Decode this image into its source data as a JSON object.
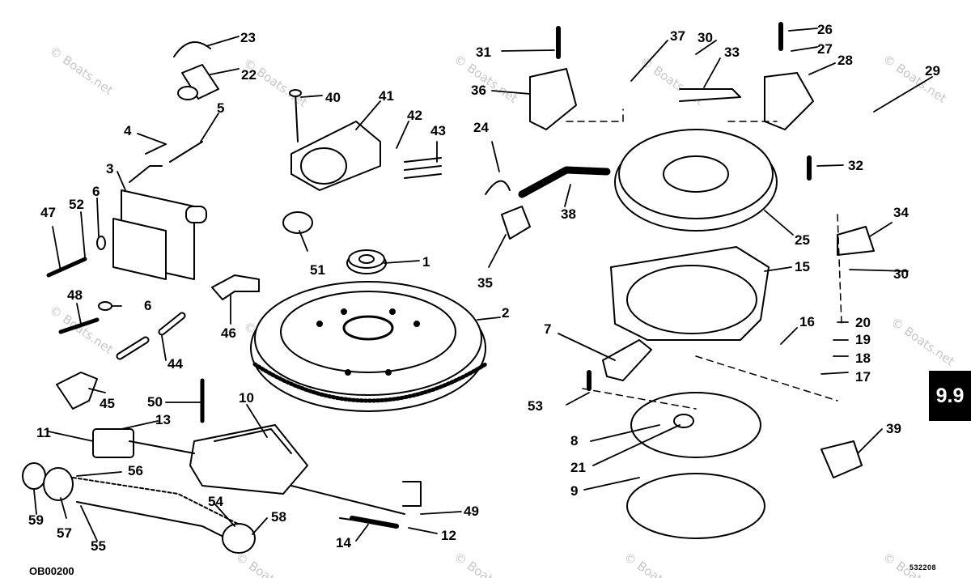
{
  "section_tab": "9.9",
  "drawing_code_left": "OB00200",
  "drawing_code_right": "532208",
  "watermark": "© Boats.net",
  "parts": [
    {
      "id": "p1",
      "label": "1"
    },
    {
      "id": "p2",
      "label": "2"
    },
    {
      "id": "p3",
      "label": "3"
    },
    {
      "id": "p4",
      "label": "4"
    },
    {
      "id": "p5",
      "label": "5"
    },
    {
      "id": "p6a",
      "label": "6"
    },
    {
      "id": "p6b",
      "label": "6"
    },
    {
      "id": "p7",
      "label": "7"
    },
    {
      "id": "p8",
      "label": "8"
    },
    {
      "id": "p9",
      "label": "9"
    },
    {
      "id": "p10",
      "label": "10"
    },
    {
      "id": "p11",
      "label": "11"
    },
    {
      "id": "p12",
      "label": "12"
    },
    {
      "id": "p13",
      "label": "13"
    },
    {
      "id": "p14",
      "label": "14"
    },
    {
      "id": "p15",
      "label": "15"
    },
    {
      "id": "p16",
      "label": "16"
    },
    {
      "id": "p17",
      "label": "17"
    },
    {
      "id": "p18",
      "label": "18"
    },
    {
      "id": "p19",
      "label": "19"
    },
    {
      "id": "p20",
      "label": "20"
    },
    {
      "id": "p21",
      "label": "21"
    },
    {
      "id": "p22",
      "label": "22"
    },
    {
      "id": "p23",
      "label": "23"
    },
    {
      "id": "p24",
      "label": "24"
    },
    {
      "id": "p25",
      "label": "25"
    },
    {
      "id": "p26",
      "label": "26"
    },
    {
      "id": "p27",
      "label": "27"
    },
    {
      "id": "p28",
      "label": "28"
    },
    {
      "id": "p29",
      "label": "29"
    },
    {
      "id": "p30a",
      "label": "30"
    },
    {
      "id": "p30b",
      "label": "30"
    },
    {
      "id": "p31",
      "label": "31"
    },
    {
      "id": "p32",
      "label": "32"
    },
    {
      "id": "p33",
      "label": "33"
    },
    {
      "id": "p34",
      "label": "34"
    },
    {
      "id": "p35",
      "label": "35"
    },
    {
      "id": "p36",
      "label": "36"
    },
    {
      "id": "p37",
      "label": "37"
    },
    {
      "id": "p38",
      "label": "38"
    },
    {
      "id": "p39",
      "label": "39"
    },
    {
      "id": "p40",
      "label": "40"
    },
    {
      "id": "p41",
      "label": "41"
    },
    {
      "id": "p42",
      "label": "42"
    },
    {
      "id": "p43",
      "label": "43"
    },
    {
      "id": "p44",
      "label": "44"
    },
    {
      "id": "p45",
      "label": "45"
    },
    {
      "id": "p46",
      "label": "46"
    },
    {
      "id": "p47",
      "label": "47"
    },
    {
      "id": "p48",
      "label": "48"
    },
    {
      "id": "p49",
      "label": "49"
    },
    {
      "id": "p50",
      "label": "50"
    },
    {
      "id": "p51",
      "label": "51"
    },
    {
      "id": "p52",
      "label": "52"
    },
    {
      "id": "p53",
      "label": "53"
    },
    {
      "id": "p54",
      "label": "54"
    },
    {
      "id": "p55",
      "label": "55"
    },
    {
      "id": "p56",
      "label": "56"
    },
    {
      "id": "p57",
      "label": "57"
    },
    {
      "id": "p58",
      "label": "58"
    },
    {
      "id": "p59",
      "label": "59"
    }
  ]
}
